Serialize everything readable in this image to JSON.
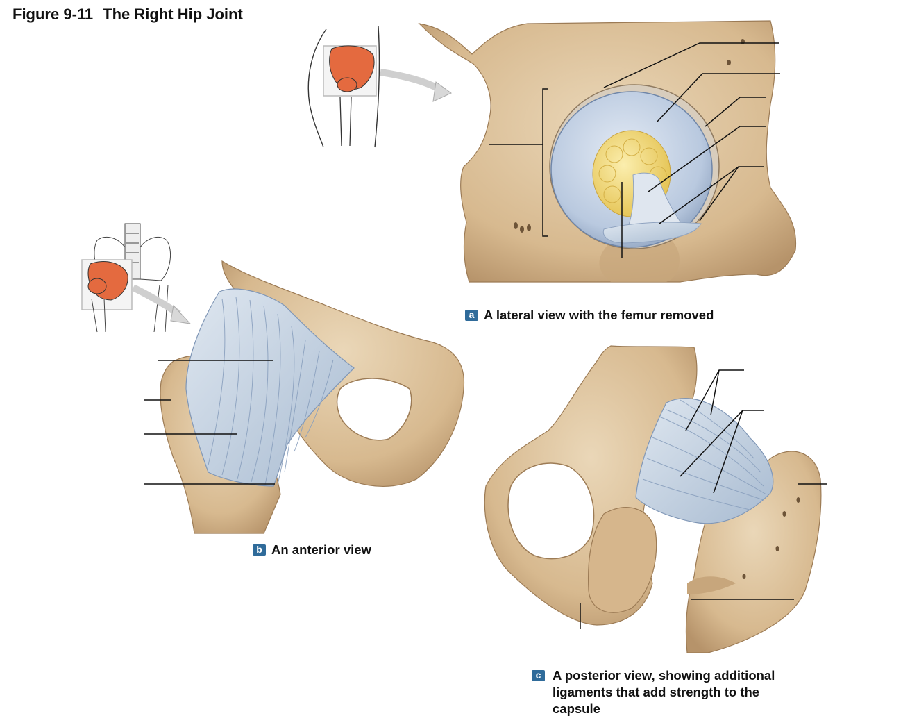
{
  "figure": {
    "number": "Figure 9-11",
    "title": "The Right Hip Joint"
  },
  "panels": [
    {
      "badge": "a",
      "caption": "A lateral view with the femur removed"
    },
    {
      "badge": "b",
      "caption": "An anterior view"
    },
    {
      "badge": "c",
      "caption": "A posterior view, showing additional ligaments that add strength to the capsule"
    }
  ],
  "colors": {
    "bone": "#dcc19c",
    "bone_shadow": "#b6936a",
    "cartilage": "#b9c9df",
    "ligament": "#c9d6e6",
    "fat_pad": "#f1d96e",
    "highlight": "#e46a3f",
    "badge": "#2f6b9a"
  }
}
